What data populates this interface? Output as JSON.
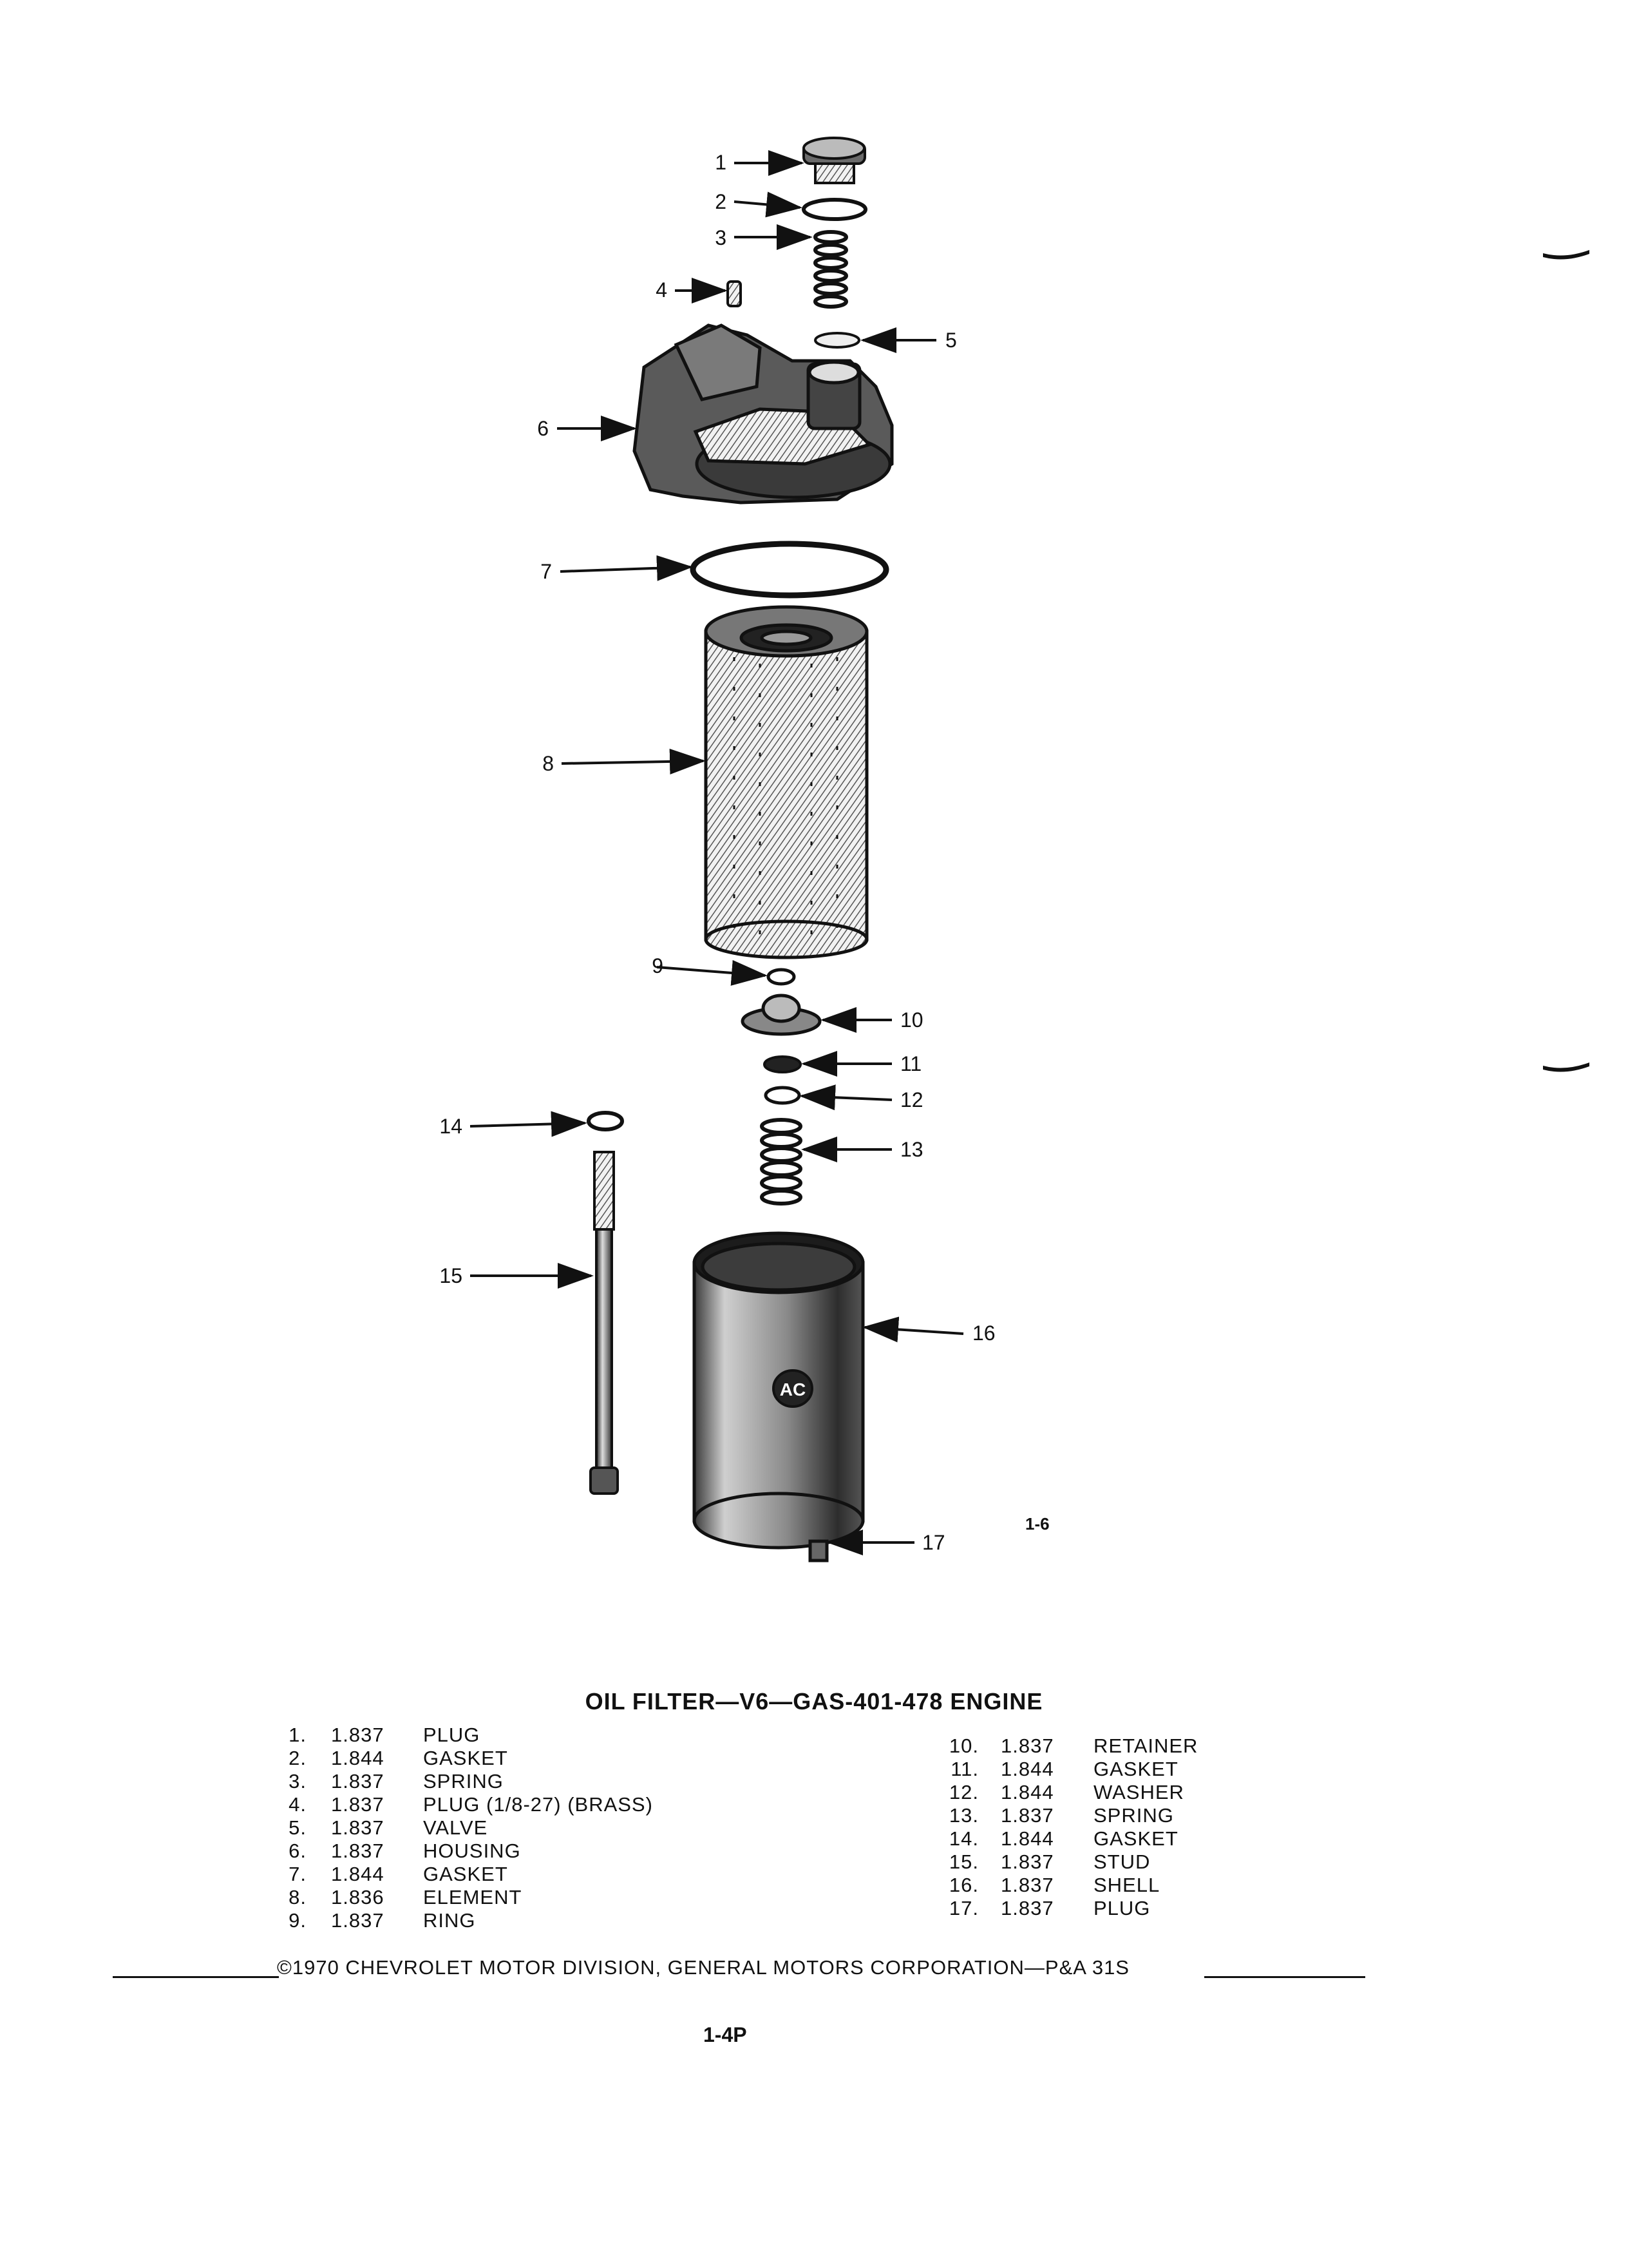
{
  "figure": {
    "callouts": [
      "1",
      "2",
      "3",
      "4",
      "5",
      "6",
      "7",
      "8",
      "9",
      "10",
      "11",
      "12",
      "13",
      "14",
      "15",
      "16",
      "17"
    ],
    "fig_ref": "1-6",
    "logo_text": "AC"
  },
  "title": "OIL FILTER—V6—GAS-401-478 ENGINE",
  "parts_left": [
    {
      "num": "1.",
      "code": "1.837",
      "name": "PLUG"
    },
    {
      "num": "2.",
      "code": "1.844",
      "name": "GASKET"
    },
    {
      "num": "3.",
      "code": "1.837",
      "name": "SPRING"
    },
    {
      "num": "4.",
      "code": "1.837",
      "name": "PLUG (1/8-27) (BRASS)"
    },
    {
      "num": "5.",
      "code": "1.837",
      "name": "VALVE"
    },
    {
      "num": "6.",
      "code": "1.837",
      "name": "HOUSING"
    },
    {
      "num": "7.",
      "code": "1.844",
      "name": "GASKET"
    },
    {
      "num": "8.",
      "code": "1.836",
      "name": "ELEMENT"
    },
    {
      "num": "9.",
      "code": "1.837",
      "name": "RING"
    }
  ],
  "parts_right": [
    {
      "num": "10.",
      "code": "1.837",
      "name": "RETAINER"
    },
    {
      "num": "11.",
      "code": "1.844",
      "name": "GASKET"
    },
    {
      "num": "12.",
      "code": "1.844",
      "name": "WASHER"
    },
    {
      "num": "13.",
      "code": "1.837",
      "name": "SPRING"
    },
    {
      "num": "14.",
      "code": "1.844",
      "name": "GASKET"
    },
    {
      "num": "15.",
      "code": "1.837",
      "name": "STUD"
    },
    {
      "num": "16.",
      "code": "1.837",
      "name": "SHELL"
    },
    {
      "num": "17.",
      "code": "1.837",
      "name": "PLUG"
    }
  ],
  "footer": "©1970 CHEVROLET MOTOR DIVISION, GENERAL MOTORS CORPORATION—P&A 31S",
  "page_number": "1-4P"
}
